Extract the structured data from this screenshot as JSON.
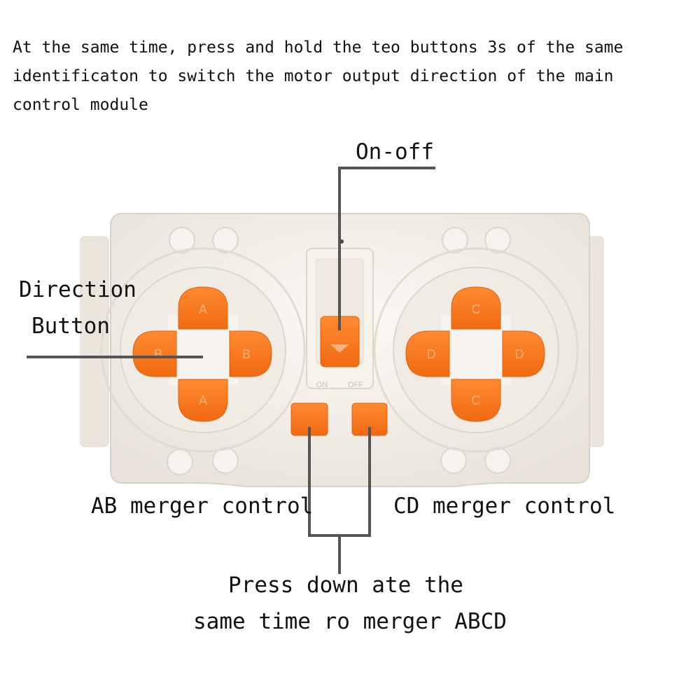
{
  "intro_text": "At the same time, press and hold the teo buttons 3s of the same identificaton to switch the motor output direction of the main control module",
  "labels": {
    "on_off": "On-off",
    "direction_line1": "Direction",
    "direction_line2": "Button",
    "ab_merger": "AB merger control",
    "cd_merger": "CD merger control",
    "press_line1": "Press down ate the",
    "press_line2": "same time ro merger ABCD"
  },
  "controller": {
    "left_pad": {
      "up": "A",
      "down": "A",
      "left": "B",
      "right": "B"
    },
    "right_pad": {
      "up": "C",
      "down": "C",
      "left": "D",
      "right": "D"
    },
    "switch": {
      "on": "ON",
      "off": "OFF"
    }
  },
  "colors": {
    "body": "#f3efe9",
    "body_shadow": "#ddd6cc",
    "orange": "#ff7a1f",
    "orange_dark": "#e8600a",
    "line": "#555555"
  }
}
